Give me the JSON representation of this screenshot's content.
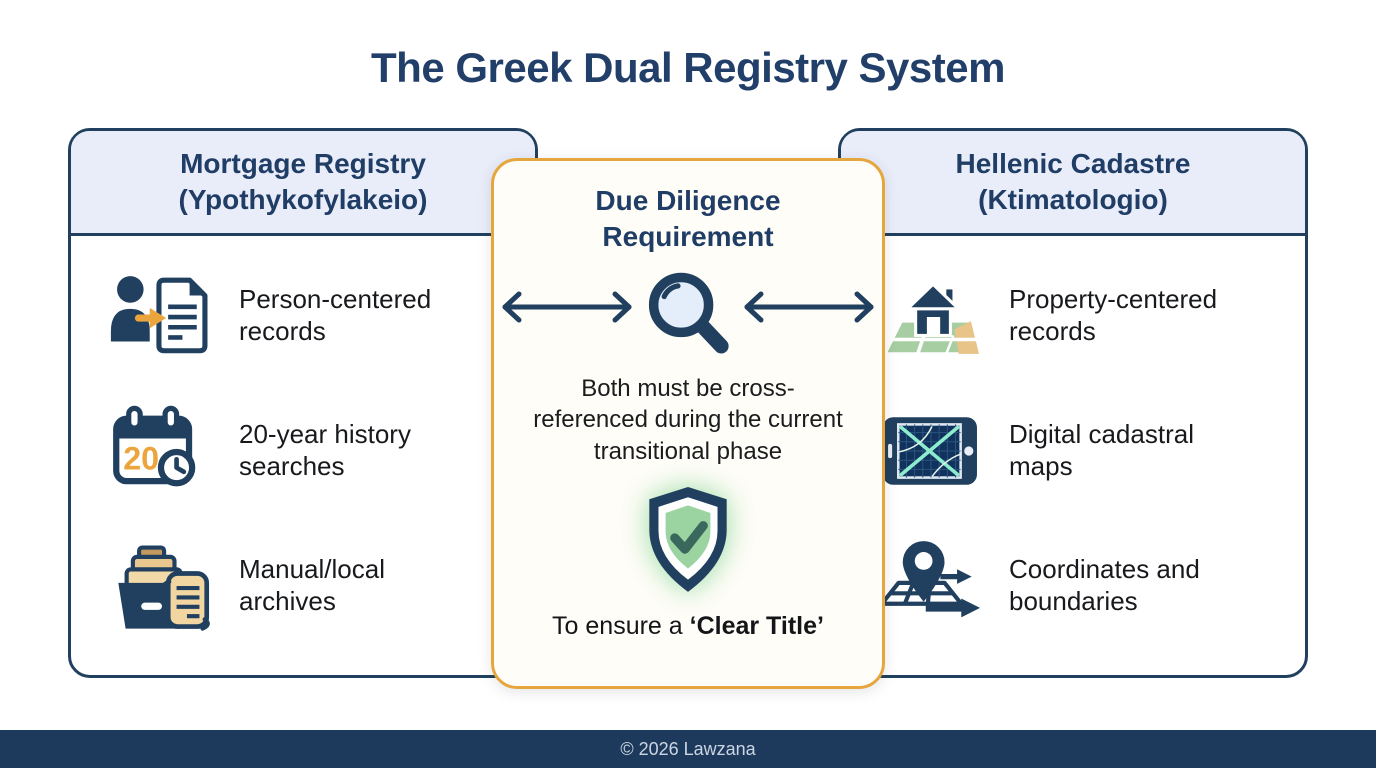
{
  "page": {
    "title": "The Greek Dual Registry System",
    "footer_copyright": "© 2026 Lawzana"
  },
  "colors": {
    "navy": "#21405f",
    "heading_navy": "#203d66",
    "panel_header_fill": "#e9edf9",
    "center_border_orange": "#e6a63e",
    "accent_orange": "#eba53c",
    "shield_green": "#9bd4a1",
    "check_teal": "#3b685d",
    "footer_bg": "#1d3a5c"
  },
  "left_panel": {
    "title": "Mortgage Registry\n(Ypothykofylakeio)",
    "items": [
      {
        "icon": "person-document-icon",
        "label": "Person-centered\nrecords"
      },
      {
        "icon": "calendar-20-clock-icon",
        "icon_badge": "20",
        "label": "20-year history\nsearches"
      },
      {
        "icon": "archive-folders-scroll-icon",
        "label": "Manual/local\narchives"
      }
    ]
  },
  "center_panel": {
    "title": "Due Diligence\nRequirement",
    "center_icon": "magnifier-icon",
    "side_icons": "double-headed-arrow-icon",
    "body_text": "Both must be cross-\nreferenced during the current\ntransitional phase",
    "shield_icon": "shield-check-icon",
    "conclusion_prefix": "To ensure a ",
    "conclusion_emphasis": "‘Clear Title’"
  },
  "right_panel": {
    "title": "Hellenic Cadastre\n(Ktimatologio)",
    "items": [
      {
        "icon": "house-on-map-icon",
        "label": "Property-centered\nrecords"
      },
      {
        "icon": "tablet-digital-map-icon",
        "label": "Digital cadastral\nmaps"
      },
      {
        "icon": "map-pin-boundaries-icon",
        "label": "Coordinates and\nboundaries"
      }
    ]
  }
}
